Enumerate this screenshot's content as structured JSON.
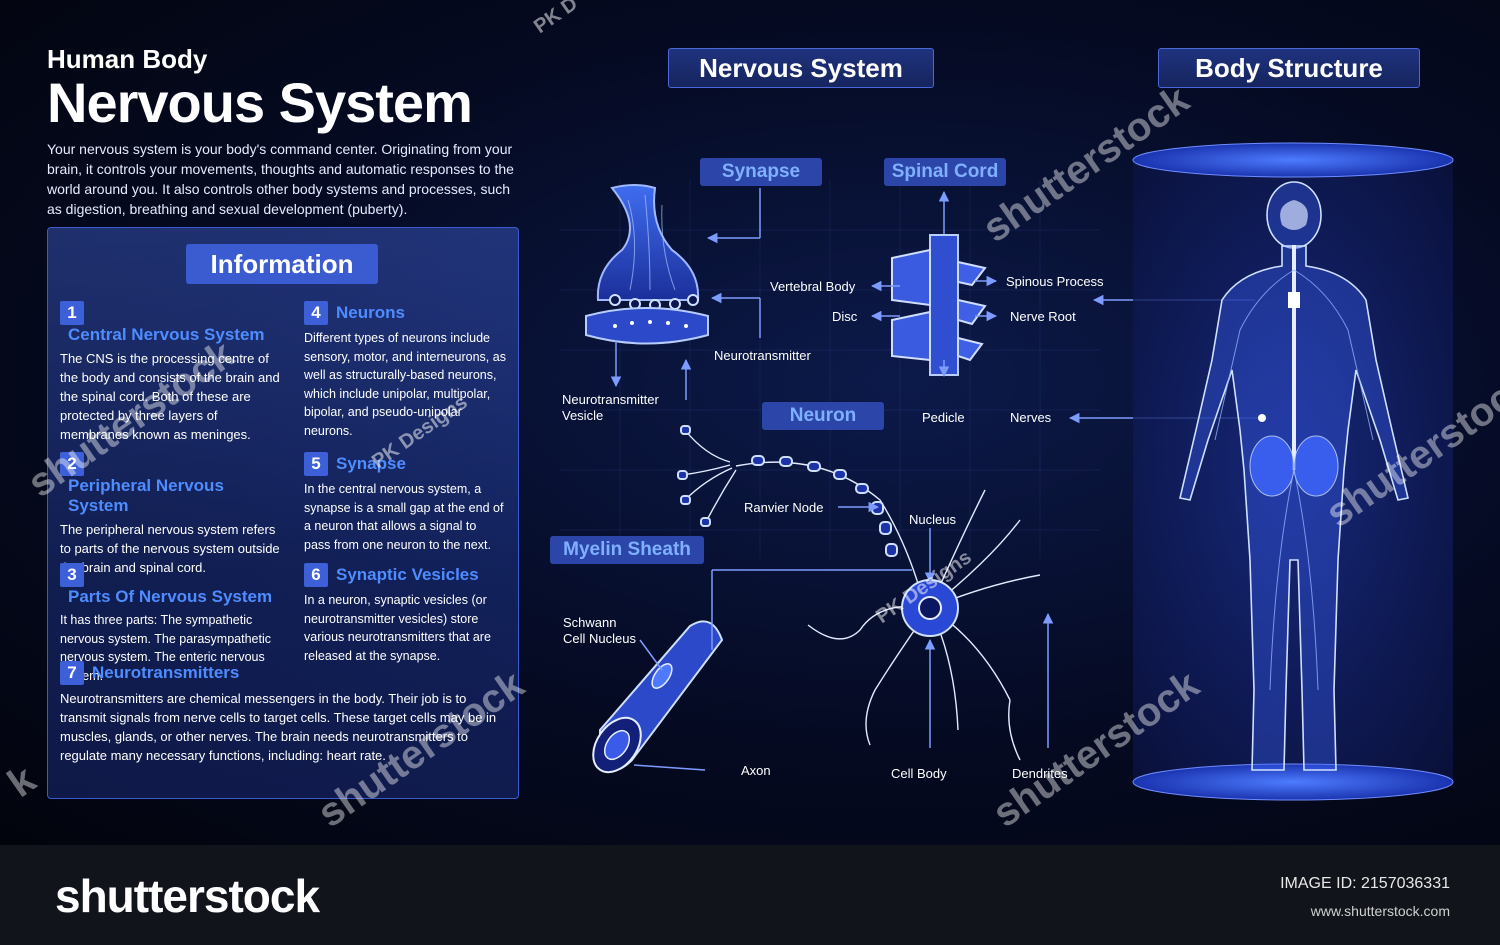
{
  "header": {
    "subtitle": "Human Body",
    "title": "Nervous System",
    "intro": "Your nervous system is your body's command center. Originating from your brain, it controls your movements, thoughts and automatic responses to the world around you. It also controls other body systems and processes, such as digestion, breathing and sexual development (puberty)."
  },
  "info": {
    "title": "Information",
    "items": [
      {
        "num": "1",
        "head": "Central Nervous System",
        "body": "The CNS is the processing centre of the body and consists of the brain and the spinal cord. Both of these are protected by three layers of membranes known as meninges."
      },
      {
        "num": "2",
        "head": "Peripheral Nervous System",
        "body": "The peripheral nervous system refers to parts of the nervous system outside the brain and spinal cord."
      },
      {
        "num": "3",
        "head": "Parts Of Nervous System",
        "body": "It has three parts: The sympathetic nervous system. The parasympathetic nervous system. The enteric nervous system."
      },
      {
        "num": "4",
        "head": "Neurons",
        "body": "Different types of neurons include sensory, motor, and interneurons, as well as structurally-based neurons, which include unipolar, multipolar, bipolar, and pseudo-unipolar neurons."
      },
      {
        "num": "5",
        "head": "Synapse",
        "body": "In the central nervous system, a synapse is a small gap at the end of a neuron that allows a signal to pass from one neuron to the next."
      },
      {
        "num": "6",
        "head": "Synaptic Vesicles",
        "body": "In a neuron, synaptic vesicles (or neurotransmitter vesicles) store various neurotransmitters that are released at the synapse."
      },
      {
        "num": "7",
        "head": "Neurotransmitters",
        "body": "Neurotransmitters are chemical messengers in the body. Their job is to transmit signals from nerve cells to target cells. These target cells may be in muscles, glands, or other nerves. The brain needs neurotransmitters to regulate many necessary functions, including: heart rate."
      }
    ]
  },
  "sections": {
    "nervous_system": "Nervous System",
    "body_structure": "Body Structure"
  },
  "subsections": {
    "synapse": "Synapse",
    "spinal_cord": "Spinal Cord",
    "neuron": "Neuron",
    "myelin_sheath": "Myelin Sheath"
  },
  "labels": {
    "neurotransmitter": "Neurotransmitter",
    "neurotransmitter_vesicle_1": "Neurotransmitter",
    "neurotransmitter_vesicle_2": "Vesicle",
    "vertebral_body": "Vertebral Body",
    "disc": "Disc",
    "spinous_process": "Spinous Process",
    "nerve_root": "Nerve Root",
    "pedicle": "Pedicle",
    "nerves": "Nerves",
    "ranvier_node": "Ranvier Node",
    "nucleus": "Nucleus",
    "schwann_1": "Schwann",
    "schwann_2": "Cell Nucleus",
    "axon": "Axon",
    "cell_body": "Cell Body",
    "dendrites": "Dendrites"
  },
  "watermarks": {
    "stock": "shutterstock",
    "designer": "PK Designs",
    "edge_top": "PK D",
    "edge_left": "k"
  },
  "footer": {
    "logo": "shutterstock",
    "image_id": "IMAGE ID: 2157036331",
    "url": "www.shutterstock.com"
  },
  "colors": {
    "accent_blue": "#4f8cff",
    "tag_blue": "#3b5bd0",
    "line_blue": "#6f8cff",
    "background": "#050a22"
  }
}
